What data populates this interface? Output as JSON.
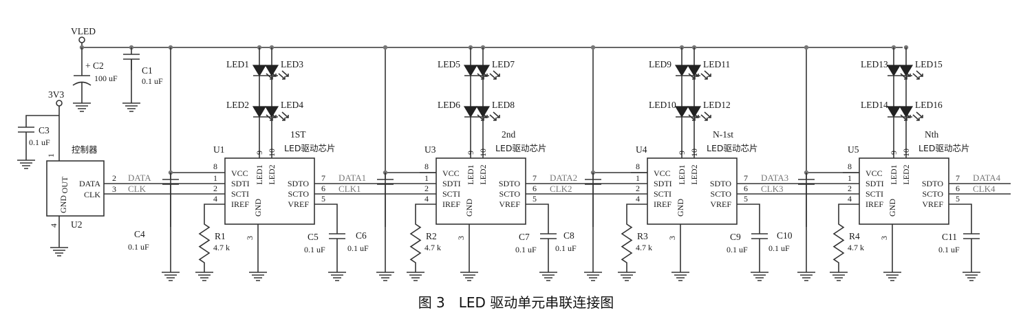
{
  "figure": {
    "caption": "图 3　LED 驱动单元串联连接图"
  },
  "power": {
    "vled": "VLED",
    "v3v3": "3V3"
  },
  "controller": {
    "ref": "U2",
    "label": "控制器",
    "pins": {
      "out": "OUT",
      "gnd": "GND",
      "data": "DATA",
      "clk": "CLK"
    },
    "pin_numbers": {
      "out": "1",
      "gnd": "4",
      "data": "2",
      "clk": "3"
    }
  },
  "caps_top": {
    "c2_ref": "C2",
    "c2_value": "100 uF",
    "c2_plus": "+",
    "c1_ref": "C1",
    "c1_value": "0.1 uF",
    "c3_ref": "C3",
    "c3_value": "0.1 uF"
  },
  "pin_labels": {
    "vcc": "VCC",
    "sdti": "SDTI",
    "scti": "SCTI",
    "iref": "IREF",
    "gnd": "GND",
    "led1": "LED1",
    "led2": "LED2",
    "sdto": "SDTO",
    "scto": "SCTO",
    "vref": "VREF"
  },
  "pin_numbers": {
    "vcc": "8",
    "sdti": "1",
    "scti": "2",
    "iref": "4",
    "gnd": "3",
    "led1": "9",
    "led2": "10",
    "sdto": "7",
    "scto": "6",
    "vref": "5"
  },
  "input_nets": {
    "data": "DATA",
    "clk": "CLK"
  },
  "chips": [
    {
      "ref": "U1",
      "stage": "1ST",
      "chip_label": "LED驱动芯片",
      "leds": [
        "LED1",
        "LED3",
        "LED2",
        "LED4"
      ],
      "bypass_cap_ref": "C4",
      "bypass_cap_value": "0.1 uF",
      "res_ref": "R1",
      "res_value": "4.7 k",
      "vref_cap_ref": "C5",
      "vref_cap_value": "0.1 uF",
      "out_data": "DATA1",
      "out_clk": "CLK1"
    },
    {
      "ref": "U3",
      "stage": "2nd",
      "chip_label": "LED驱动芯片",
      "leds": [
        "LED5",
        "LED7",
        "LED6",
        "LED8"
      ],
      "bypass_cap_ref": "C6",
      "bypass_cap_value": "0.1 uF",
      "res_ref": "R2",
      "res_value": "4.7 k",
      "vref_cap_ref": "C7",
      "vref_cap_value": "0.1 uF",
      "out_data": "DATA2",
      "out_clk": "CLK2"
    },
    {
      "ref": "U4",
      "stage": "N-1st",
      "chip_label": "LED驱动芯片",
      "leds": [
        "LED9",
        "LED11",
        "LED10",
        "LED12"
      ],
      "bypass_cap_ref": "C8",
      "bypass_cap_value": "0.1 uF",
      "res_ref": "R3",
      "res_value": "4.7 k",
      "vref_cap_ref": "C9",
      "vref_cap_value": "0.1 uF",
      "out_data": "DATA3",
      "out_clk": "CLK3"
    },
    {
      "ref": "U5",
      "stage": "Nth",
      "chip_label": "LED驱动芯片",
      "leds": [
        "LED13",
        "LED15",
        "LED14",
        "LED16"
      ],
      "bypass_cap_ref": "C10",
      "bypass_cap_value": "0.1 uF",
      "res_ref": "R4",
      "res_value": "4.7 k",
      "vref_cap_ref": "C11",
      "vref_cap_value": "0.1 uF",
      "out_data": "DATA4",
      "out_clk": "CLK4"
    }
  ]
}
